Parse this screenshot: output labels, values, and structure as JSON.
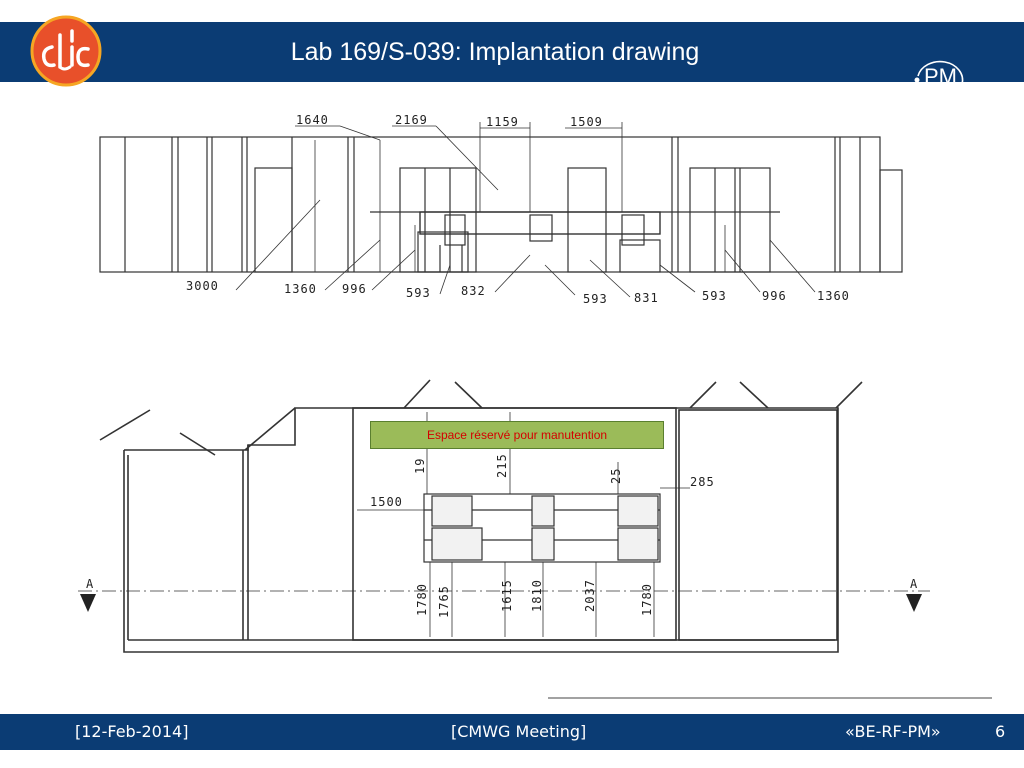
{
  "header": {
    "title": "Lab 169/S-039: Implantation drawing",
    "logo_left": "clic-logo",
    "logo_right": "PM",
    "bg_color": "#0b3c74"
  },
  "drawing": {
    "elevation": {
      "top_dims": [
        "1640",
        "2169",
        "1159",
        "1509"
      ],
      "bottom_dims": [
        "3000",
        "1360",
        "996",
        "593",
        "832",
        "593",
        "831",
        "593",
        "996",
        "1360"
      ]
    },
    "plan": {
      "reserved_area_label": "Espace réservé pour manutention",
      "reserved_color": "#9bbb59",
      "reserved_text_color": "#d40000",
      "dims_horizontal": [
        "1500",
        "285"
      ],
      "dims_vertical_top": [
        "19",
        "215",
        "25"
      ],
      "dims_vertical_bottom": [
        "1780",
        "1765",
        "1615",
        "1810",
        "2037",
        "1780"
      ],
      "section_label_left": "A",
      "section_label_right": "A"
    }
  },
  "footer": {
    "date": "[12-Feb-2014]",
    "meeting": "[CMWG Meeting]",
    "group": "«BE-RF-PM»",
    "page": "6"
  }
}
